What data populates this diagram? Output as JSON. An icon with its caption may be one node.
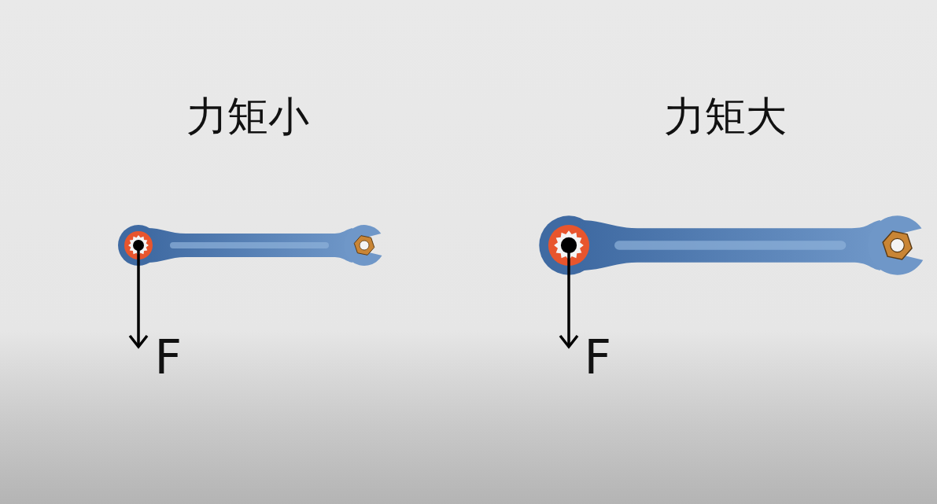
{
  "diagram": {
    "labels": [
      "力矩小",
      "力矩大",
      "F",
      "F"
    ]
  }
}
